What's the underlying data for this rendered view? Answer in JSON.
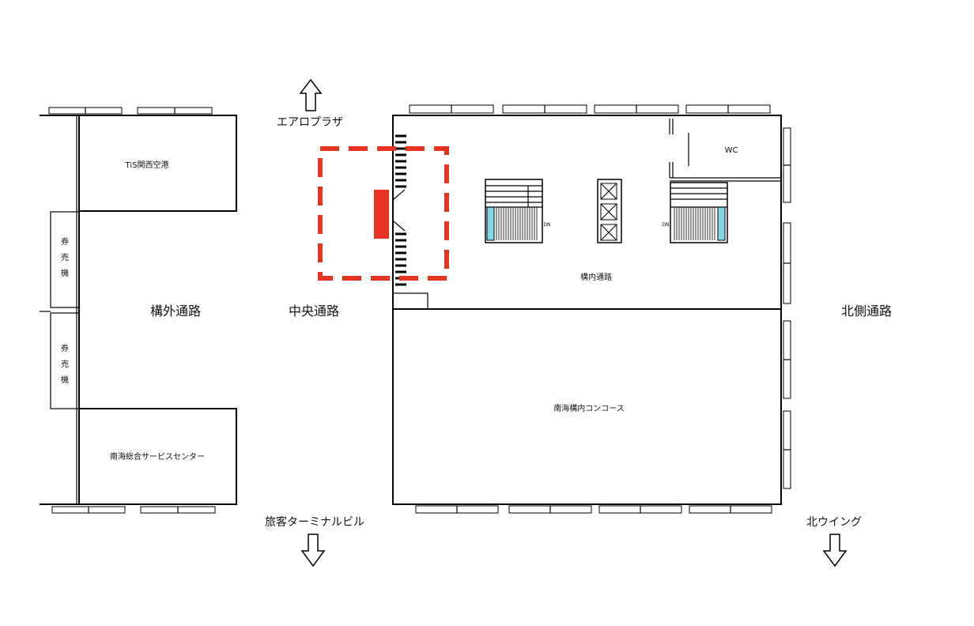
{
  "labels": {
    "aero_plaza": "エアロプラザ",
    "tis": "TiS関西空港",
    "ticket_machine_1": "券売機",
    "ticket_machine_2": "券売機",
    "outside_passage": "構外通路",
    "central_passage": "中央通路",
    "inside_passage": "構内通路",
    "north_passage": "北側通路",
    "wc": "WC",
    "concourse": "南海構内コンコース",
    "service_center": "南海総合サービスセンター",
    "terminal_building": "旅客ターミナルビル",
    "north_wing": "北ウイング",
    "dn_left": "DN",
    "dn_right": "DN"
  },
  "colors": {
    "highlight": "#e63322",
    "escalator_accent": "#7fd8e8",
    "line": "#000000"
  },
  "icons": {
    "north_arrow": "up-arrow-outline",
    "south_arrow": "down-arrow-outline",
    "elevator": "elevator-cross-icon"
  }
}
